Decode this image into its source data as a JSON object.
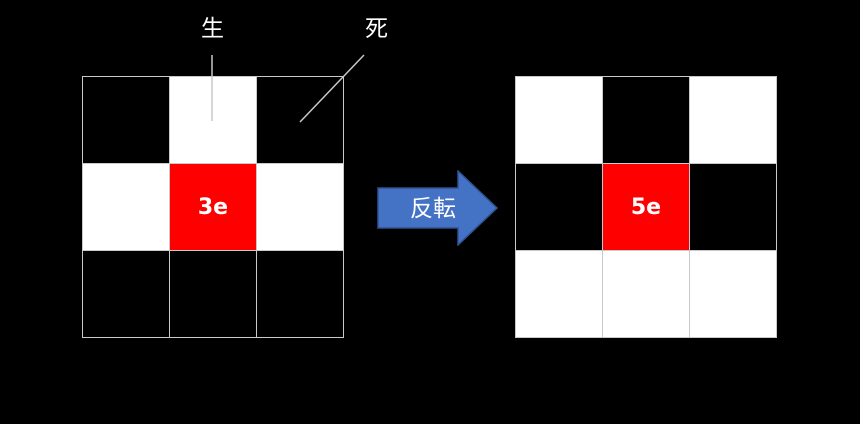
{
  "labels": {
    "live": "生",
    "dead": "死"
  },
  "arrow": {
    "text": "反転",
    "color": "#4472c4"
  },
  "colors": {
    "black": "#000000",
    "white": "#ffffff",
    "red": "#ff0000",
    "grid_line": "#c9c9c9"
  },
  "left_grid": {
    "cells": [
      {
        "color": "black",
        "text": ""
      },
      {
        "color": "white",
        "text": ""
      },
      {
        "color": "black",
        "text": ""
      },
      {
        "color": "white",
        "text": ""
      },
      {
        "color": "red",
        "text": "3e"
      },
      {
        "color": "white",
        "text": ""
      },
      {
        "color": "black",
        "text": ""
      },
      {
        "color": "black",
        "text": ""
      },
      {
        "color": "black",
        "text": ""
      }
    ]
  },
  "right_grid": {
    "cells": [
      {
        "color": "white",
        "text": ""
      },
      {
        "color": "black",
        "text": ""
      },
      {
        "color": "white",
        "text": ""
      },
      {
        "color": "black",
        "text": ""
      },
      {
        "color": "red",
        "text": "5e"
      },
      {
        "color": "black",
        "text": ""
      },
      {
        "color": "white",
        "text": ""
      },
      {
        "color": "white",
        "text": ""
      },
      {
        "color": "white",
        "text": ""
      }
    ]
  }
}
